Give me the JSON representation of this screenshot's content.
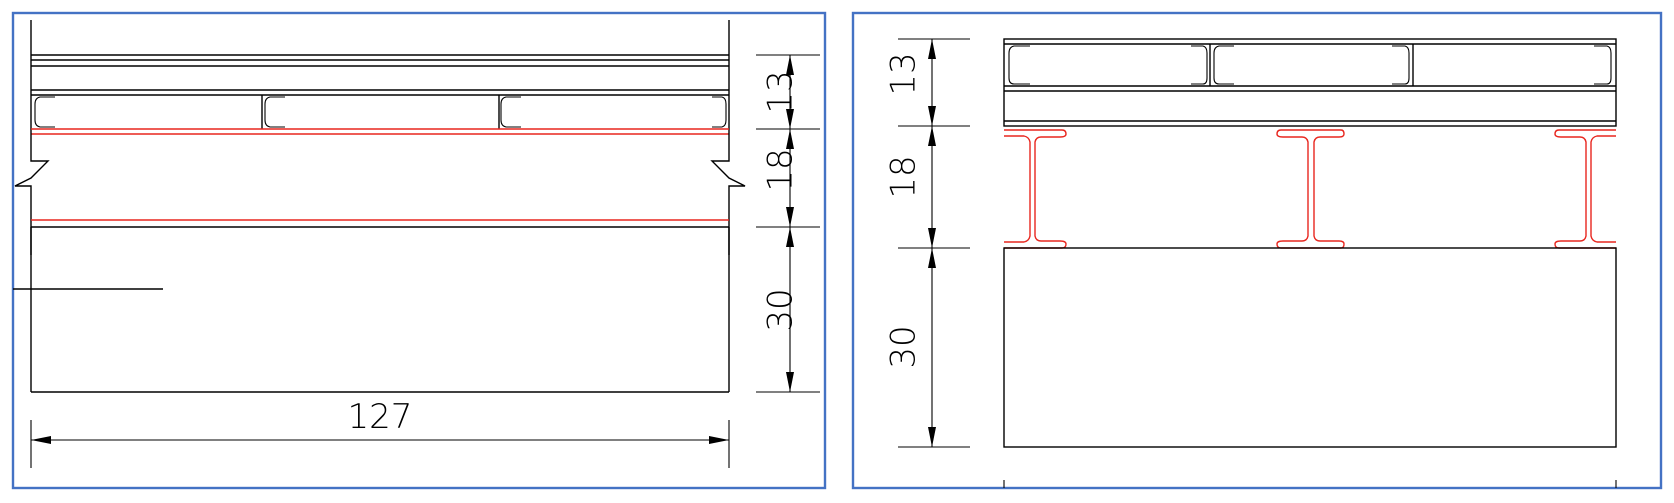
{
  "colors": {
    "frame": "#4472C4",
    "beam": "#E8261E",
    "line": "#000000"
  },
  "left_panel": {
    "dim_top_layer": "13",
    "dim_middle_layer": "18",
    "dim_bottom_layer": "30",
    "dim_width": "127"
  },
  "right_panel": {
    "dim_top_layer": "13",
    "dim_middle_layer": "18",
    "dim_bottom_layer": "30"
  }
}
